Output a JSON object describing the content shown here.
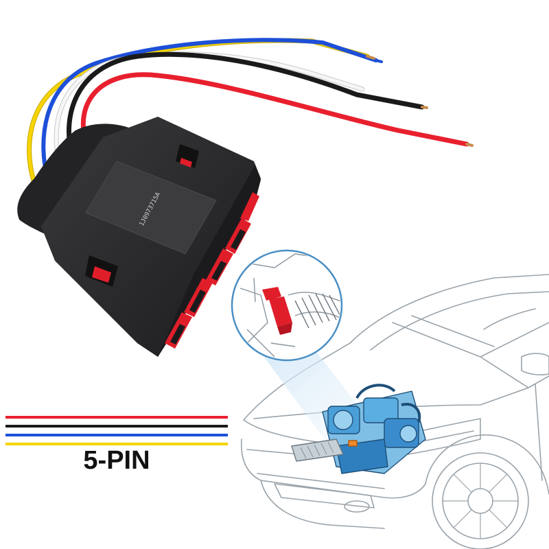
{
  "product": {
    "pin_label": "5-PIN",
    "connector_marking": "1J0973715A"
  },
  "wire_colors": {
    "red": "#e8202e",
    "black": "#1a1a1a",
    "white": "#f4f4f4",
    "blue": "#1d4fd8",
    "yellow": "#f5d400"
  },
  "legend_lines": [
    "red",
    "black",
    "blue",
    "yellow"
  ],
  "palette": {
    "housing": "#2a2a2c",
    "pin_insert": "#e01e2a",
    "engine_tint": "#4a9fd8",
    "car_outline": "#9aa3aa",
    "callout_ring": "#4a8fc4"
  }
}
